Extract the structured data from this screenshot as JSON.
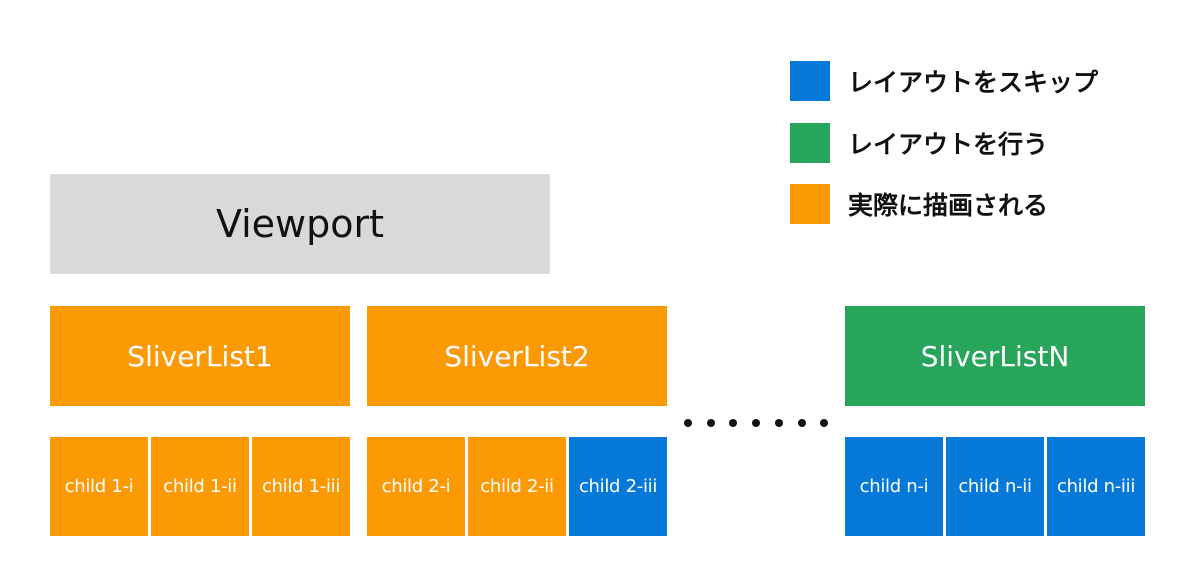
{
  "colors": {
    "skip": "#0679d8",
    "layout": "#27a55a",
    "painted": "#fc9a05",
    "viewport": "#d9d9d9"
  },
  "legend": [
    {
      "label": "レイアウトをスキップ",
      "color": "#0679d8"
    },
    {
      "label": "レイアウトを行う",
      "color": "#27a55a"
    },
    {
      "label": "実際に描画される",
      "color": "#fc9a05"
    }
  ],
  "viewport": {
    "label": "Viewport"
  },
  "slivers": [
    {
      "label": "SliverList1",
      "color": "#fc9a05",
      "children": [
        {
          "label": "child 1-i",
          "color": "#fc9a05"
        },
        {
          "label": "child 1-ii",
          "color": "#fc9a05"
        },
        {
          "label": "child 1-iii",
          "color": "#fc9a05"
        }
      ]
    },
    {
      "label": "SliverList2",
      "color": "#fc9a05",
      "children": [
        {
          "label": "child 2-i",
          "color": "#fc9a05"
        },
        {
          "label": "child 2-ii",
          "color": "#fc9a05"
        },
        {
          "label": "child 2-iii",
          "color": "#0679d8"
        }
      ]
    },
    {
      "label": "SliverListN",
      "color": "#27a55a",
      "children": [
        {
          "label": "child n-i",
          "color": "#0679d8"
        },
        {
          "label": "child n-ii",
          "color": "#0679d8"
        },
        {
          "label": "child n-iii",
          "color": "#0679d8"
        }
      ]
    }
  ],
  "ellipsis_dots": 7
}
